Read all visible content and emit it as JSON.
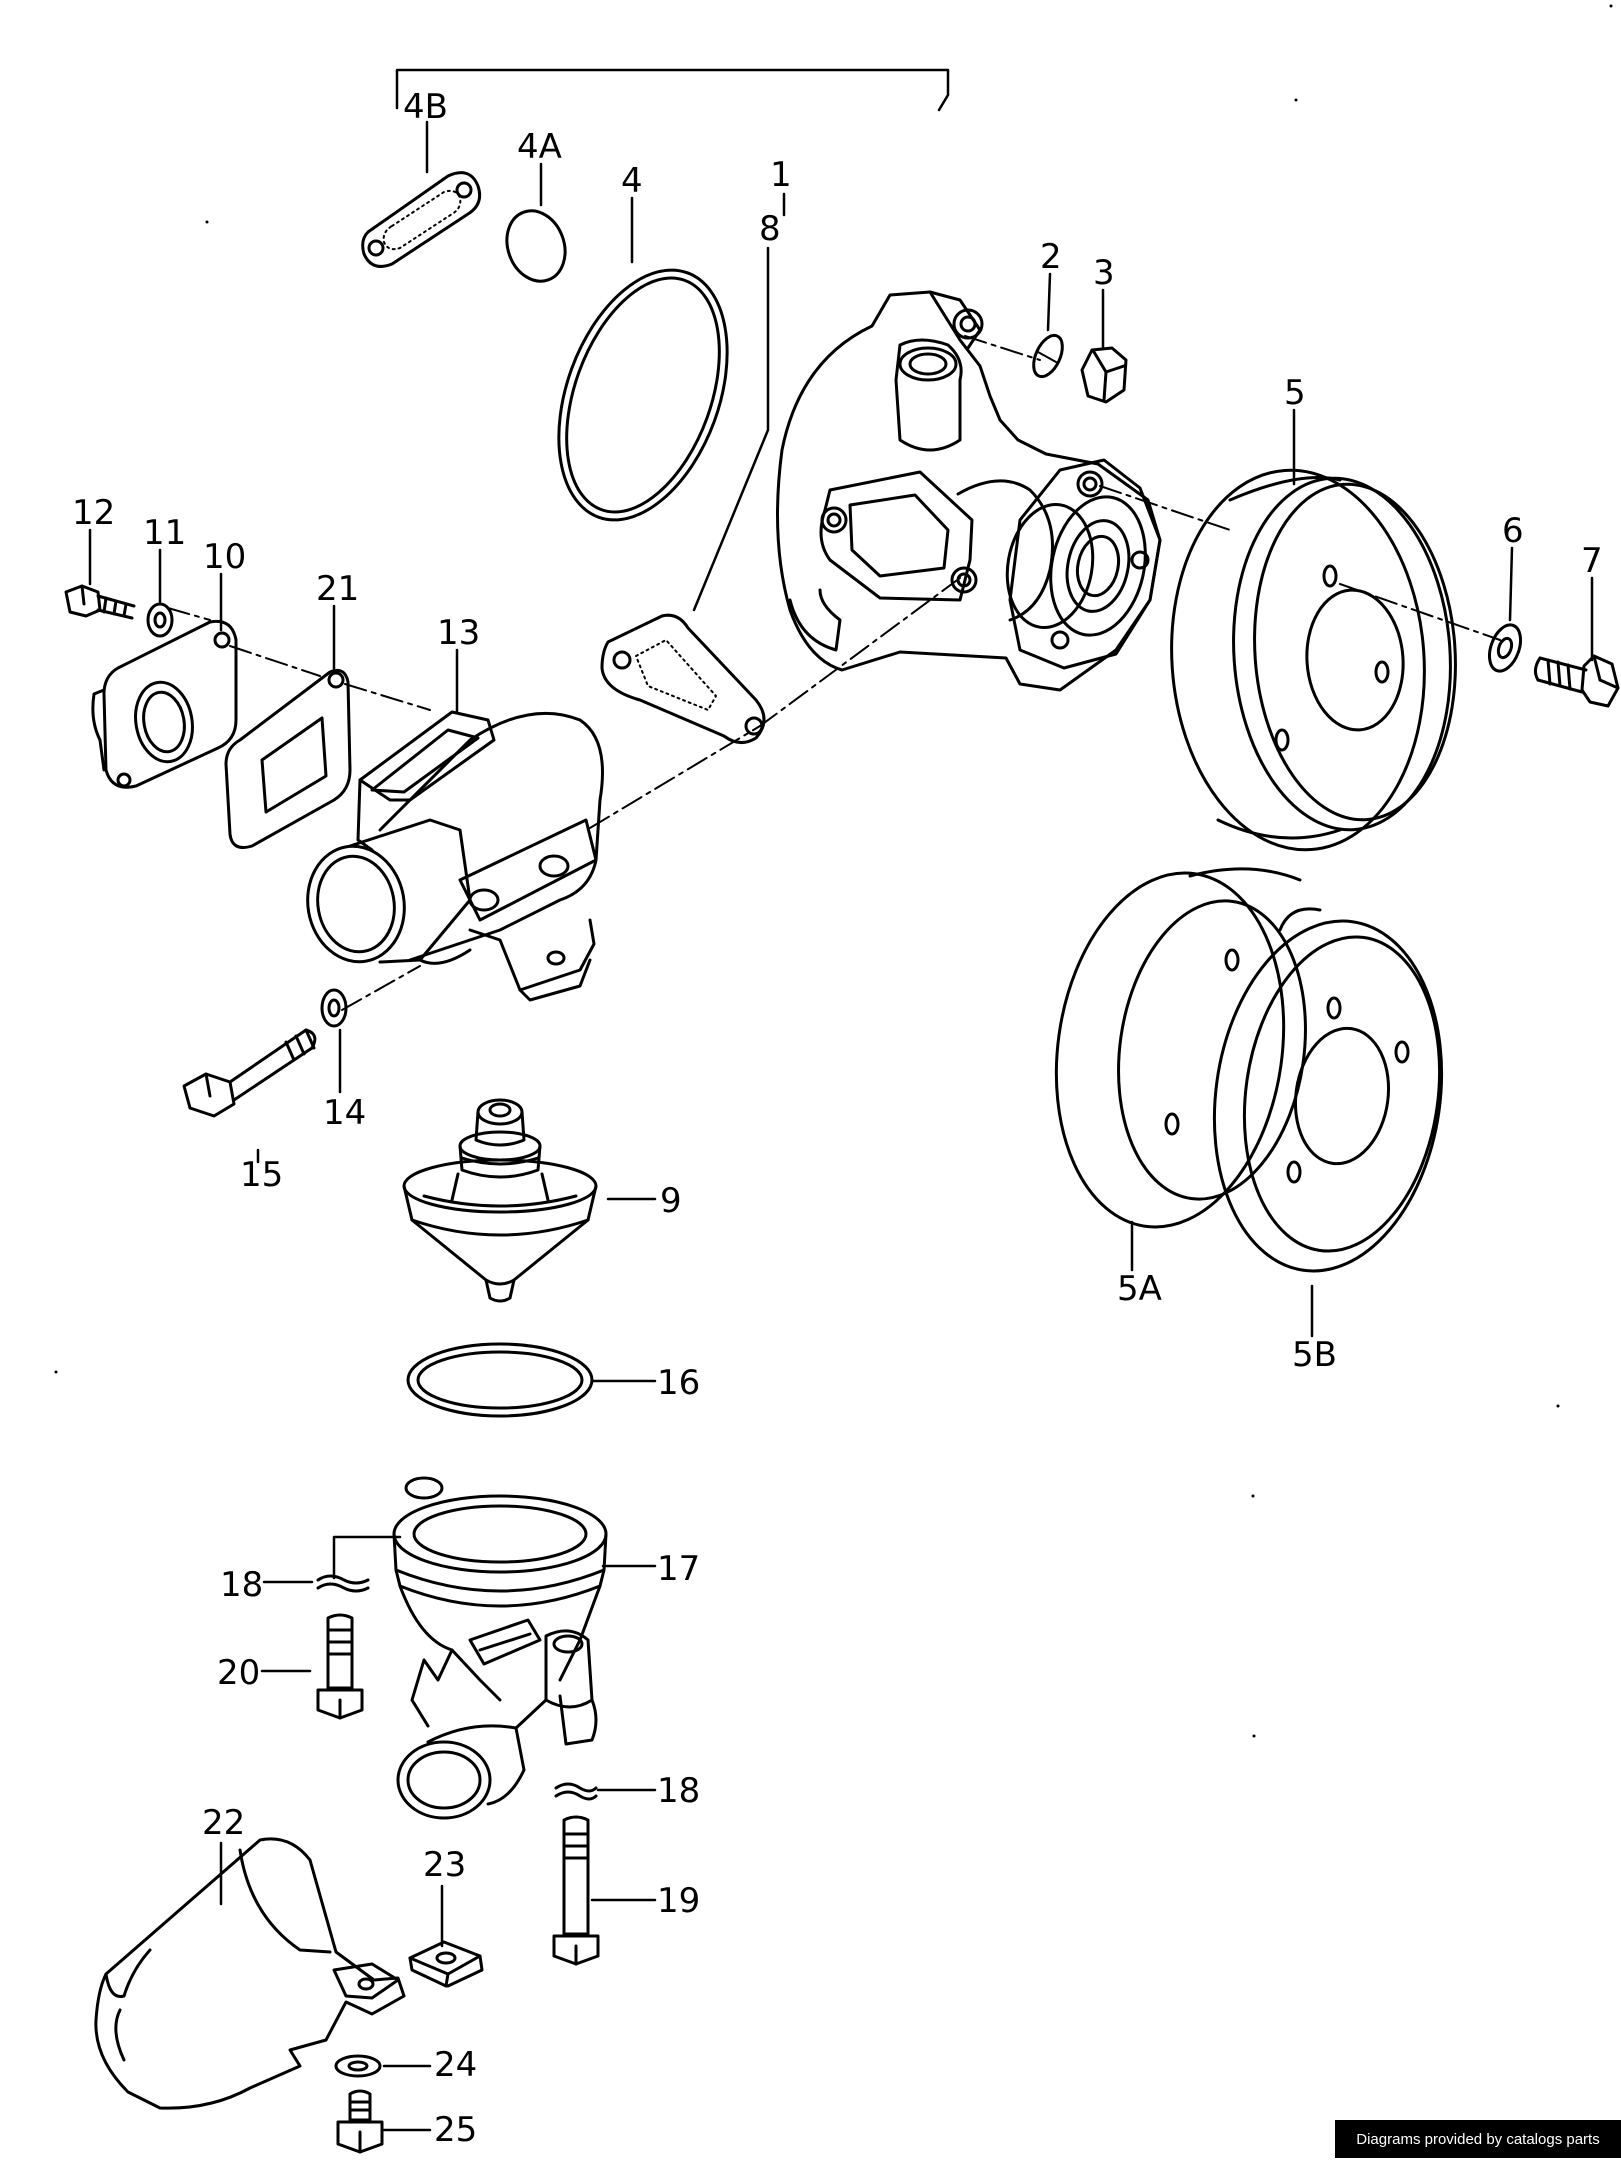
{
  "credit": "Diagrams provided by catalogs parts",
  "labels": {
    "p1": "1",
    "p2": "2",
    "p3": "3",
    "p4": "4",
    "p4a": "4A",
    "p4b": "4B",
    "p5": "5",
    "p5a": "5A",
    "p5b": "5B",
    "p6": "6",
    "p7": "7",
    "p8": "8",
    "p9": "9",
    "p10": "10",
    "p11": "11",
    "p12": "12",
    "p13": "13",
    "p14": "14",
    "p15": "15",
    "p16": "16",
    "p17": "17",
    "p18a": "18",
    "p18b": "18",
    "p19": "19",
    "p20": "20",
    "p21": "21",
    "p22": "22",
    "p23": "23",
    "p24": "24",
    "p25": "25"
  },
  "colors": {
    "ink": "#000000",
    "background": "#ffffff"
  }
}
